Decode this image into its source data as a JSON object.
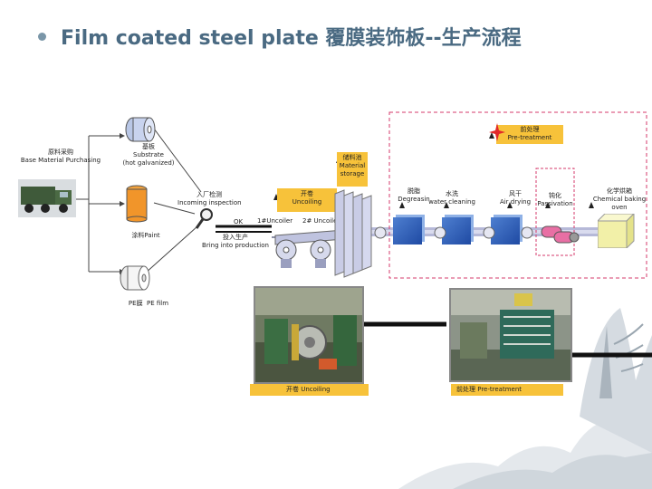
{
  "title": "Film coated steel plate 覆膜装饰板--生产流程",
  "purchasing": {
    "cn": "原料采购",
    "en": "Base  Material  Purchasing"
  },
  "substrate": {
    "cn": "基板",
    "en": "Substrate",
    "en2": "(hot galvanized)"
  },
  "paint": {
    "cn": "涂料Paint"
  },
  "pe_film": {
    "cn": "PE膜",
    "en": "PE  film"
  },
  "inspection": {
    "cn": "入厂检测",
    "en": "Incoming  inspection"
  },
  "ok": "OK",
  "bring": {
    "cn": "投入生产",
    "en": "Bring   into  production"
  },
  "uncoiler1": "1#Uncoiler",
  "uncoiler2": "2# Uncoiler",
  "uncoiling": {
    "cn": "开卷",
    "en": "Uncoiling"
  },
  "storage": {
    "cn": "储料池",
    "en": "Material",
    "en2": "storage"
  },
  "pretreatment": {
    "cn": "前处理",
    "en": "Pre-treatment"
  },
  "degreasing": {
    "cn": "脱脂",
    "en": "Degreasin"
  },
  "water": {
    "cn": "水洗",
    "en": "water  cleaning"
  },
  "air": {
    "cn": "风干",
    "en": "Air  drying"
  },
  "passivation": {
    "cn": "钝化",
    "en": "Passivation"
  },
  "baking": {
    "cn": "化学烘箱",
    "en": "Chemical baking",
    "en2": "oven"
  },
  "photo1_label": "开卷   Uncoiling",
  "photo2_label": "前处理   Pre-treatment"
}
